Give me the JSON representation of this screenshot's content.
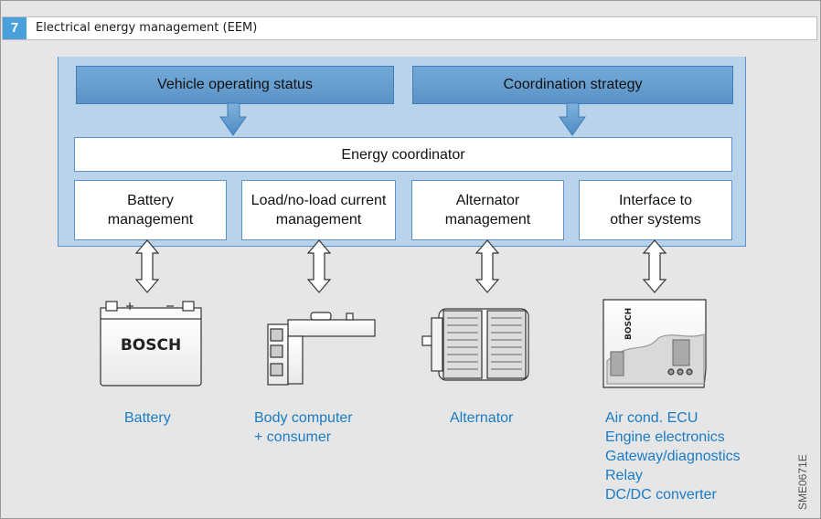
{
  "figure": {
    "number": "7",
    "title": "Electrical energy management (EEM)"
  },
  "inputs": {
    "status": "Vehicle operating status",
    "strategy": "Coordination strategy"
  },
  "coordinator": "Energy coordinator",
  "modules": [
    "Battery\nmanagement",
    "Load/no-load current\nmanagement",
    "Alternator\nmanagement",
    "Interface to\nother systems"
  ],
  "components": [
    {
      "label": "Battery",
      "brand": "BOSCH"
    },
    {
      "label": "Body computer\n+ consumer"
    },
    {
      "label": "Alternator"
    },
    {
      "label": "Air cond. ECU\nEngine electronics\nGateway/diagnostics\nRelay\nDC/DC converter",
      "brand": "BOSCH"
    }
  ],
  "figure_code": "SME0671E",
  "colors": {
    "accent": "#4aa0d8",
    "panel": "#b8d3ea",
    "box_dark": "#5a93c7",
    "label": "#1a7cc4"
  }
}
